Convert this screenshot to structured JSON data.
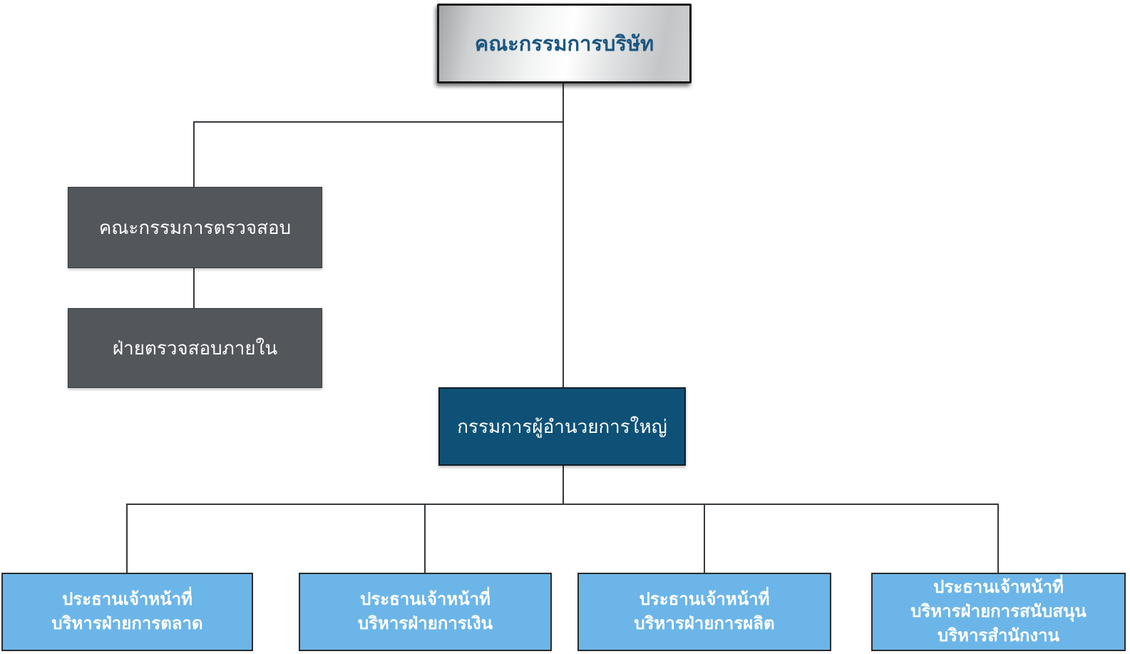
{
  "page": {
    "background_color": "#ffffff",
    "connector_color": "#35393d"
  },
  "org": {
    "type": "org-chart",
    "board": {
      "label": "คณะกรรมการบริษัท",
      "style": "metallic-silver",
      "text_color": "#1b5680"
    },
    "audit_committee": {
      "label": "คณะกรรมการตรวจสอบ",
      "fill": "#53565b",
      "text_color": "#ffffff",
      "reports_to": "board"
    },
    "internal_audit": {
      "label": "ฝ่ายตรวจสอบภายใน",
      "fill": "#53565b",
      "text_color": "#ffffff",
      "reports_to": "audit_committee"
    },
    "president": {
      "label": "กรรมการผู้อำนวยการใหญ่",
      "fill": "#0f5176",
      "text_color": "#ffffff",
      "reports_to": "board"
    },
    "executives": [
      {
        "id": "marketing",
        "lines": [
          "ประธานเจ้าหน้าที่",
          "บริหารฝ่ายการตลาด"
        ],
        "fill": "#6cb5e8",
        "text_color": "#ffffff",
        "reports_to": "president"
      },
      {
        "id": "finance",
        "lines": [
          "ประธานเจ้าหน้าที่",
          "บริหารฝ่ายการเงิน"
        ],
        "fill": "#6cb5e8",
        "text_color": "#ffffff",
        "reports_to": "president"
      },
      {
        "id": "production",
        "lines": [
          "ประธานเจ้าหน้าที่",
          "บริหารฝ่ายการผลิต"
        ],
        "fill": "#6cb5e8",
        "text_color": "#ffffff",
        "reports_to": "president"
      },
      {
        "id": "office-support",
        "lines": [
          "ประธานเจ้าหน้าที่",
          "บริหารฝ่ายการสนับสนุน",
          "บริหารสำนักงาน"
        ],
        "fill": "#6cb5e8",
        "text_color": "#ffffff",
        "reports_to": "president"
      }
    ]
  }
}
